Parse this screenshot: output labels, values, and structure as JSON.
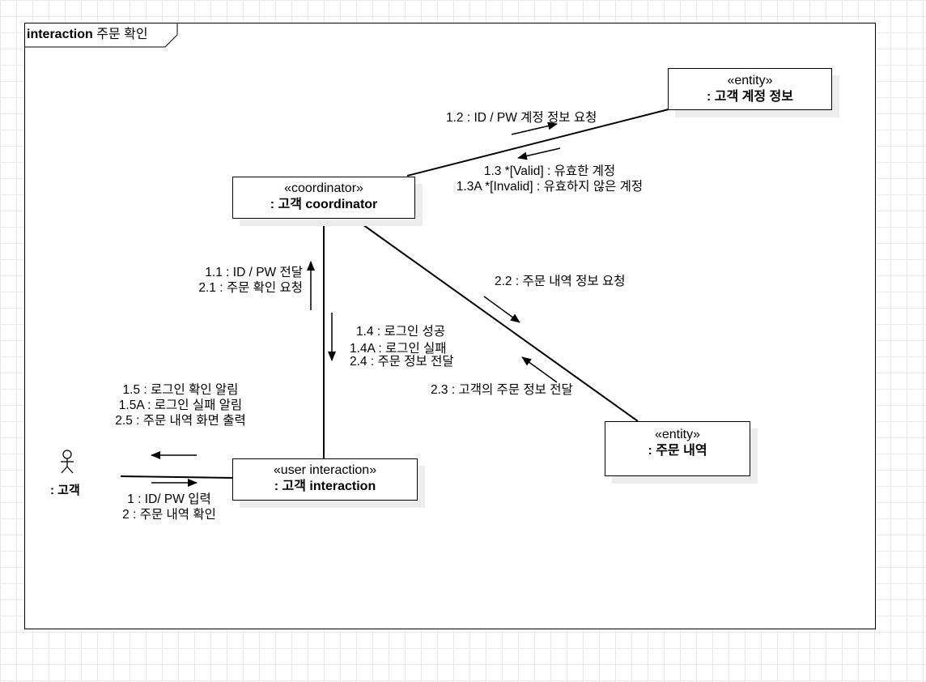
{
  "frame": {
    "keyword": "interaction",
    "title": "주문 확인"
  },
  "objects": {
    "account_info": {
      "stereotype": "«entity»",
      "name": ": 고객 계정 정보"
    },
    "coordinator": {
      "stereotype": "«coordinator»",
      "name": ": 고객 coordinator"
    },
    "order_history": {
      "stereotype": "«entity»",
      "name": ": 주문 내역"
    },
    "interaction": {
      "stereotype": "«user interaction»",
      "name": ": 고객 interaction"
    }
  },
  "actor": {
    "name": ": 고객"
  },
  "messages": {
    "m1_2": "1.2 : ID / PW 계정 정보 요청",
    "m1_3": "1.3 *[Valid] : 유효한 계정",
    "m1_3A": "1.3A *[Invalid] : 유효하지 않은 계정",
    "m1_1": "1.1 : ID / PW 전달",
    "m2_1": "2.1 : 주문 확인 요청",
    "m2_2": "2.2 : 주문 내역 정보 요청",
    "m1_4": "1.4 : 로그인 성공",
    "m1_4A": "1.4A : 로그인 실패",
    "m2_4": "2.4 : 주문 정보 전달",
    "m2_3": "2.3 : 고객의 주문 정보 전달",
    "m1_5": "1.5 : 로그인 확인 알림",
    "m1_5A": "1.5A : 로그인 실패 알림",
    "m2_5": "2.5 : 주문 내역 화면 출력",
    "m1": "1 : ID/ PW 입력",
    "m2": "2 : 주문 내역 확인"
  }
}
